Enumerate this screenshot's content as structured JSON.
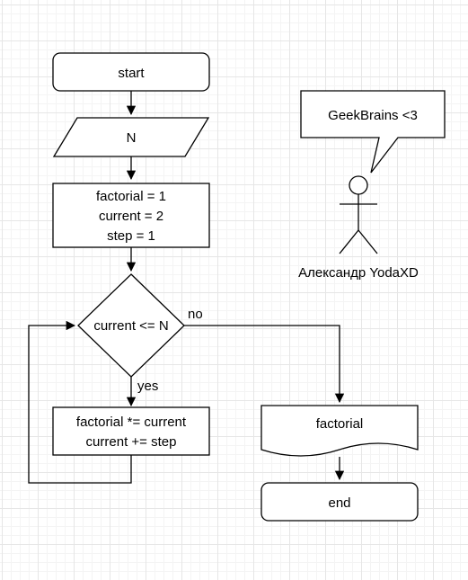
{
  "diagram": {
    "start_label": "start",
    "input_label": "N",
    "init_lines": [
      "factorial = 1",
      "current = 2",
      "step = 1"
    ],
    "condition_label": "current <= N",
    "yes_label": "yes",
    "no_label": "no",
    "loop_body_lines": [
      "factorial *= current",
      "current += step"
    ],
    "output_label": "factorial",
    "end_label": "end",
    "callout_text": "GeekBrains <3",
    "actor_name": "Александр YodaXD"
  }
}
